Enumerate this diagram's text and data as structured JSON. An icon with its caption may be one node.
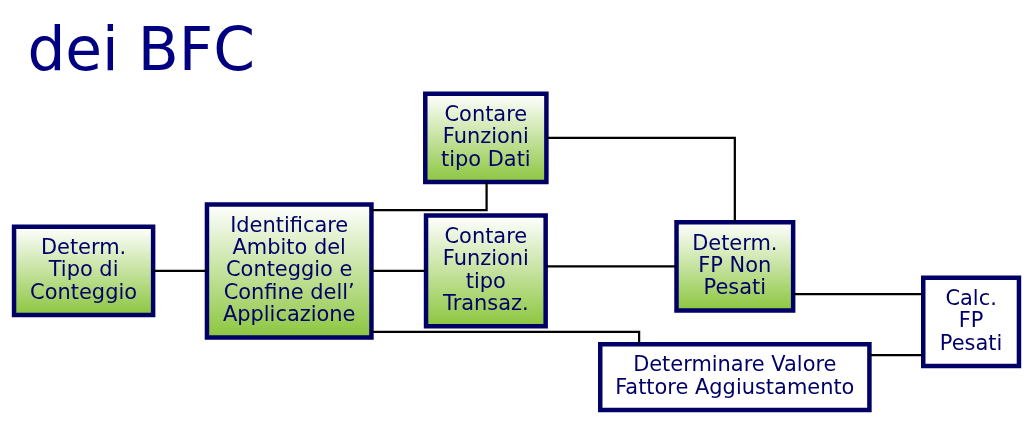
{
  "diagram": {
    "title": "dei BFC",
    "nodes": [
      {
        "text": [
          "Determ. Tipo di Conteggio"
        ]
      },
      {
        "text": [
          "Identificare Ambito del Conteggio e Confine dell’ Applicazione"
        ]
      },
      {
        "text": [
          "Contare Funzioni tipo Dati"
        ]
      },
      {
        "text": [
          "Contare Funzioni tipo Transaz."
        ]
      },
      {
        "text": [
          "Determ. FP Non Pesati"
        ]
      },
      {
        "text": [
          "Determinare Valore Fattore Aggiustamento"
        ]
      },
      {
        "text": [
          "Calc. FP Pesati"
        ]
      }
    ],
    "edges": [
      {
        "from": 0,
        "to": 1,
        "arrow": "none"
      },
      {
        "from": 1,
        "to": 2,
        "arrow": "none"
      },
      {
        "from": 1,
        "to": 3,
        "arrow": "none"
      },
      {
        "from": 1,
        "to": 5,
        "arrow": "none"
      },
      {
        "from": 2,
        "to": 4,
        "arrow": "none"
      },
      {
        "from": 3,
        "to": 4,
        "arrow": "none"
      },
      {
        "from": 4,
        "to": 6,
        "arrow": "none"
      },
      {
        "from": 5,
        "to": 6,
        "arrow": "none"
      }
    ]
  }
}
